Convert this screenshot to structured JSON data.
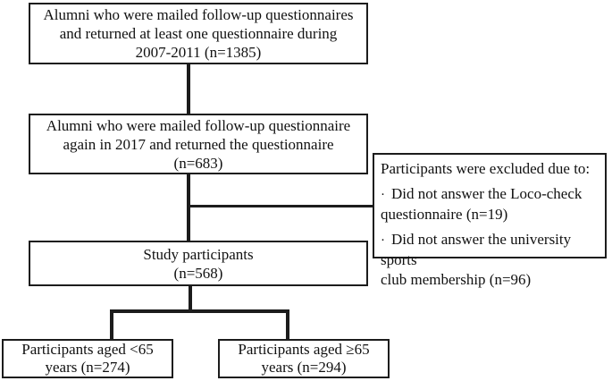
{
  "colors": {
    "background": "#ffffff",
    "line": "#1c1c1c",
    "text": "#111111"
  },
  "diagram": {
    "box_mailed_2007": {
      "lines": [
        "Alumni who were mailed follow-up questionnaires",
        "and returned at least one questionnaire during",
        "2007-2011 (n=1385)"
      ]
    },
    "box_mailed_2017": {
      "lines": [
        "Alumni who were mailed follow-up questionnaire",
        "again in 2017 and returned the questionnaire",
        "(n=683)"
      ]
    },
    "box_excluded": {
      "title": "Participants were excluded due to:",
      "items": [
        {
          "bullet": "·",
          "lines": [
            "Did not answer the Loco-check",
            "questionnaire (n=19)"
          ]
        },
        {
          "bullet": "·",
          "lines": [
            "Did not answer the university sports",
            "club membership (n=96)"
          ]
        }
      ]
    },
    "box_study_participants": {
      "lines": [
        "Study participants",
        "(n=568)"
      ]
    },
    "box_under65": {
      "lines": [
        "Participants aged <65",
        "years (n=274)"
      ]
    },
    "box_over65": {
      "lines": [
        "Participants aged ≥65",
        "years (n=294)"
      ]
    }
  }
}
